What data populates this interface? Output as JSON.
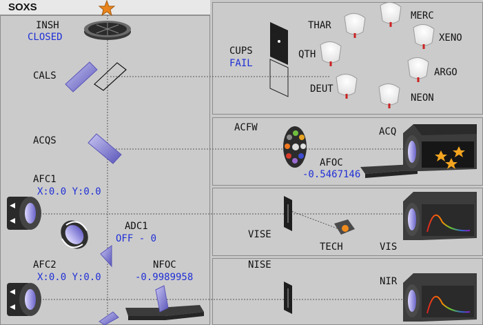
{
  "title": "SOXS",
  "left": {
    "insh": {
      "label": "INSH",
      "value": "CLOSED"
    },
    "cals": {
      "label": "CALS"
    },
    "acqs": {
      "label": "ACQS"
    },
    "afc1": {
      "label": "AFC1",
      "value": "X:0.0 Y:0.0"
    },
    "adc1": {
      "label": "ADC1",
      "value": "OFF - 0"
    },
    "afc2": {
      "label": "AFC2",
      "value": "X:0.0 Y:0.0"
    },
    "nfoc": {
      "label": "NFOC",
      "value": "-0.9989958"
    }
  },
  "calib": {
    "cups": {
      "label": "CUPS",
      "value": "FAIL"
    },
    "lamps": {
      "thar": "THAR",
      "merc": "MERC",
      "xeno": "XENO",
      "qth": "QTH",
      "argo": "ARGO",
      "deut": "DEUT",
      "neon": "NEON"
    }
  },
  "acq": {
    "acfw": "ACFW",
    "acq": "ACQ",
    "afoc": {
      "label": "AFOC",
      "value": "-0.5467146"
    }
  },
  "vis": {
    "vise": "VISE",
    "tech": "TECH",
    "vis": "VIS"
  },
  "nir": {
    "nise": "NISE",
    "nir": "NIR"
  },
  "colors": {
    "value_text": "#1f2fd6",
    "panel_bg": "#cbcbcb",
    "status_star": "#e8841b"
  },
  "icons": [
    "star-icon",
    "shutter-icon",
    "calibration-mirror-icon",
    "acquisition-mirror-icon",
    "camera-icon",
    "lamp-icon",
    "filter-wheel-icon",
    "detector-icon",
    "slit-icon",
    "spectrum-icon",
    "prism-icon"
  ]
}
